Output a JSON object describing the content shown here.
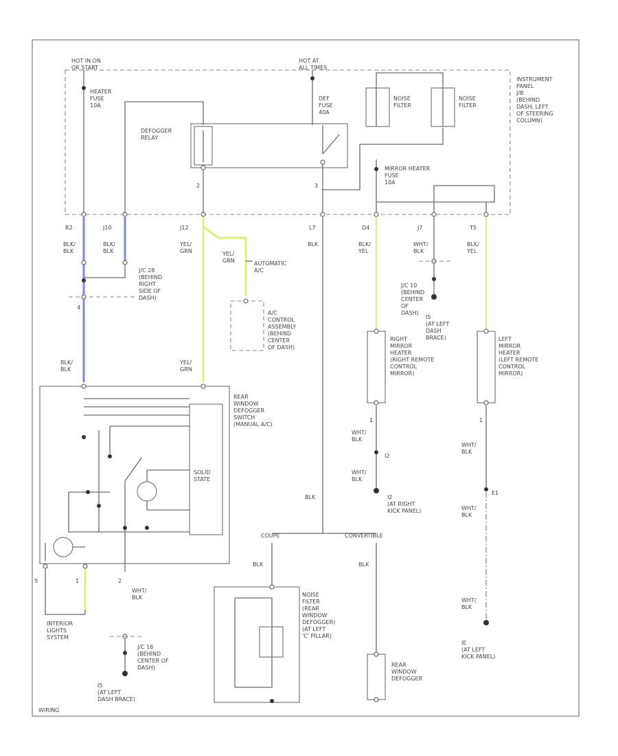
{
  "labels": {
    "hot_run_start": "HOT IN ON\nOR START",
    "hot_at_all": "HOT AT\nALL TIMES",
    "heater_fuse": "HEATER\nFUSE\n10A",
    "def_fuse": "DEF\nFUSE\n40A",
    "noise_filter1": "NOISE\nFILTER",
    "noise_filter2": "NOISE\nFILTER",
    "ip_jb": "INSTRUMENT\nPANEL\nJ/B\n(BEHIND\nDASH, LEFT\nOF STEERING\nCOLUMN)",
    "defogger_relay": "DEFOGGER\nRELAY",
    "mirror_fuse": "MIRROR HEATER\nFUSE\n10A",
    "jc28": "J/C 28\n(BEHIND\nRIGHT\nSIDE OF\nDASH)",
    "automatic_ac": "AUTOMATIC\nA/C",
    "ac_control": "A/C\nCONTROL\nASSEMBLY\n(BEHIND\nCENTER\nOF DASH)",
    "jc10": "J/C 10\n(BEHIND\nCENTER\nOF\nDASH)",
    "i5": "I5\n(AT LEFT\nDASH\nBRACE)",
    "right_mirror": "RIGHT\nMIRROR\nHEATER\n(RIGHT REMOTE\nCONTROL\nMIRROR)",
    "left_mirror": "LEFT\nMIRROR\nHEATER\n(LEFT REMOTE\nCONTROL\nMIRROR)",
    "rear_switch": "REAR\nWINDOW\nDEFOGGER\nSWITCH\n(MANUAL A/C)",
    "solid_state": "SOLID\nSTATE",
    "i2": "I2\n(AT RIGHT\nKICK PANEL)",
    "ie": "IE\n(AT LEFT\nKICK PANEL)",
    "coupe": "COUPE",
    "convertible": "CONVERTIBLE",
    "noise_filter_rear": "NOISE\nFILTER\n(REAR\nWINDOW\nDEFOGGER)\n(AT LEFT\n'C' PILLAR)",
    "rear_defogger": "REAR\nWINDOW\nDEFOGGER",
    "interior_lights": "INTERIOR\nLIGHTS\nSYSTEM",
    "jc16": "J/C 16\n(BEHIND\nCENTER OF\nDASH)",
    "i5_bottom": "I5\n(AT LEFT\nDASH BRACE)",
    "footer": "WIRING"
  },
  "pins": {
    "r2": "R2",
    "j10": "J10",
    "j12": "J12",
    "l7": "L7",
    "d4": "D4",
    "j7": "J7",
    "t5": "T5",
    "p2": "2",
    "p3": "3",
    "p5": "5",
    "p1": "1",
    "p4": "4"
  },
  "wires": {
    "blk_blk": "BLK/\nBLK",
    "blk_blk2": "BLK/\nBLK",
    "blk_blk3": "BLK/\nBLK",
    "yel_grn": "YEL/\nGRN",
    "yel_grn2": "YEL/\nGRN",
    "yel_grn3": "YEL/\nGRN",
    "blk": "BLK",
    "blk_yel": "BLK/\nYEL",
    "blk_yel2": "BLK/\nYEL",
    "wht_blk": "WHT/\nBLK",
    "wht_blk2": "WHT/\nBLK",
    "wht_blk3": "WHT/\nBLK",
    "wht_blk4": "WHT/\nBLK",
    "wht_blk5": "WHT/\nBLK",
    "wht_blk6": "WHT/\nBLK",
    "blk2": "BLK",
    "blk3": "BLK",
    "blk4": "BLK",
    "e1": "E1",
    "i2_node": "I2"
  },
  "colors": {
    "blue_wire": "#7f86e6",
    "green_wire": "#d8f27a",
    "yellow_wire": "#e6e89a"
  }
}
